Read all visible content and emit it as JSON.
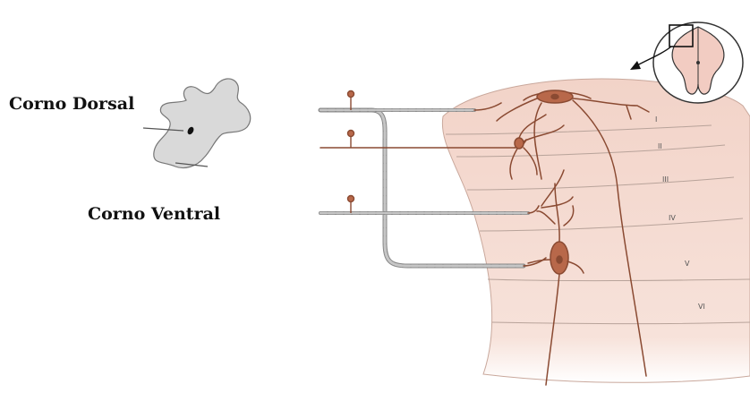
{
  "labels": {
    "dorsal_horn": "Corno Dorsal",
    "ventral_horn": "Corno Ventral"
  },
  "laminae": [
    "I",
    "II",
    "III",
    "IV",
    "V",
    "VI"
  ],
  "colors": {
    "tissue": "#f4d6cc",
    "neuron": "#8a4a32",
    "neuron_fill": "#b8684a",
    "fiber_gray": "#8a8a8a",
    "myelin": "#b0b0b0",
    "gray_matter": "#d9d9d9"
  }
}
